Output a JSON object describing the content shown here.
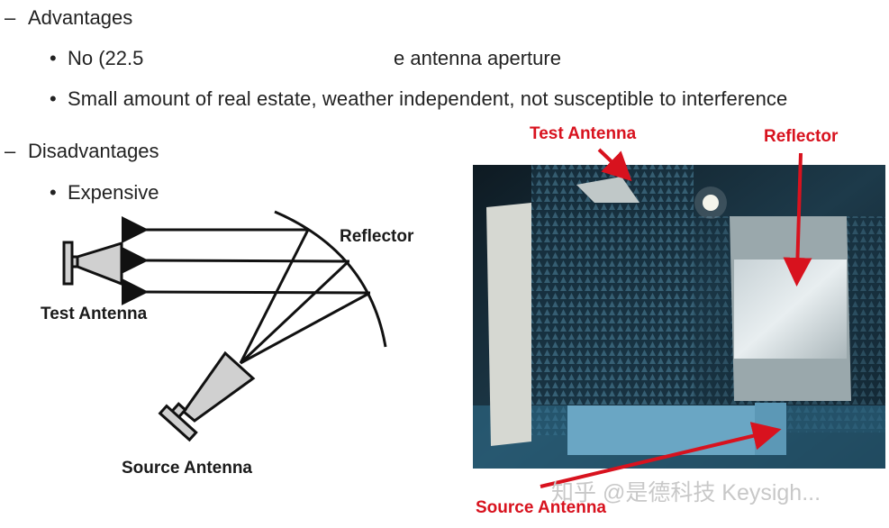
{
  "bullets": {
    "advantages_dash": "–",
    "advantages": "Advantages",
    "adv_item1_part1": "No (22.5",
    "adv_item1_part2": "e antenna aperture",
    "adv_item2": "Small amount of real estate, weather independent, not susceptible to interference",
    "disadvantages_dash": "–",
    "disadvantages": "Disadvantages",
    "dis_item1": "Expensive",
    "bullet_glyph": "•"
  },
  "diagram": {
    "reflector_label": "Reflector",
    "test_antenna_label": "Test Antenna",
    "source_antenna_label": "Source Antenna"
  },
  "photo": {
    "test_antenna_label": "Test Antenna",
    "reflector_label": "Reflector",
    "source_antenna_label": "Source Antenna",
    "annotation_color": "#d8121e"
  },
  "watermark": "知乎 @是德科技 Keysigh..."
}
